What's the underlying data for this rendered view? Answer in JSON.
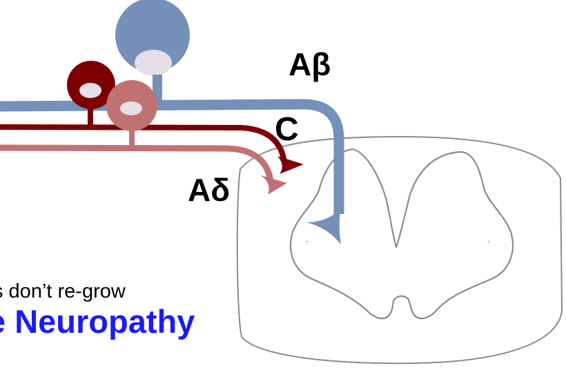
{
  "labels": {
    "abeta": "Aβ",
    "c": "C",
    "adelta": "Aδ"
  },
  "captions": {
    "line1": "s don’t re-grow",
    "line2": "e Neuropathy"
  },
  "colors": {
    "abeta_fiber": "#7590b9",
    "c_fiber": "#7d0000",
    "adelta_fiber": "#c07272",
    "cell_nucleus": "#e4dfe8",
    "spinal_outline": "#8a8a8a",
    "caption_blue": "#1a1aff"
  }
}
